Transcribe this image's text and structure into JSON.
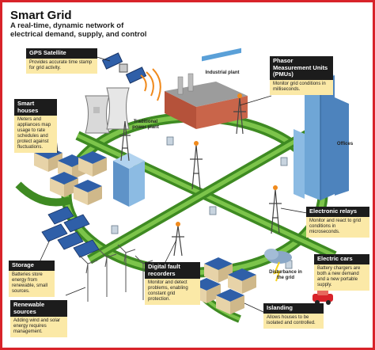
{
  "header": {
    "title": "Smart Grid",
    "subtitle": "A real-time, dynamic network of electrical demand, supply, and control"
  },
  "callouts": {
    "gps": {
      "title": "GPS Satellite",
      "text": "Provides accurate time stamp for grid activity."
    },
    "smart_houses": {
      "title": "Smart houses",
      "text": "Meters and appliances map usage to rate schedules and protect against fluctuations."
    },
    "pmu": {
      "title": "Phasor Measurement Units (PMUs)",
      "text": "Monitor grid conditions in milliseconds."
    },
    "relays": {
      "title": "Electronic relays",
      "text": "Monitor and react to grid conditions in microseconds."
    },
    "storage": {
      "title": "Storage",
      "text": "Batteries store energy from renewable, small sources."
    },
    "renewable": {
      "title": "Renewable sources",
      "text": "Adding wind and solar energy requires management."
    },
    "fault": {
      "title": "Digital fault recorders",
      "text": "Monitor and detect problems, enabling constant grid protection."
    },
    "cars": {
      "title": "Electric cars",
      "text": "Battery chargers are both a new demand and a new portable supply."
    },
    "islanding": {
      "title": "Islanding",
      "text": "Allows houses to be isolated and controlled."
    }
  },
  "labels": {
    "industrial": "Industrial plant",
    "power_plant": "Traditional power plant",
    "offices": "Offices",
    "disturbance": "Disturbance in the grid"
  },
  "colors": {
    "frame": "#d8232a",
    "grid_ring": "#4ca02c",
    "callout_header": "#1c1c1c",
    "callout_body": "#fbe9a7",
    "signal": "#f08a1c"
  }
}
